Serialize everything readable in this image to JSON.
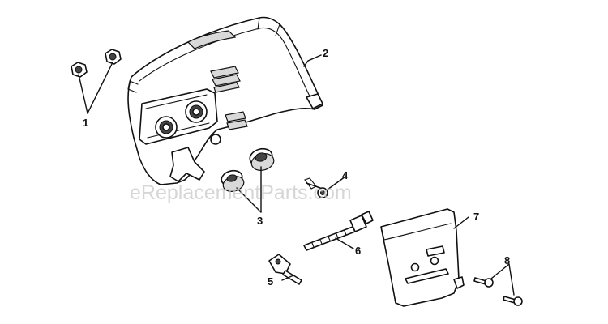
{
  "watermark": "eReplacementParts.com",
  "callouts": [
    {
      "label": "1"
    },
    {
      "label": "2"
    },
    {
      "label": "3"
    },
    {
      "label": "4"
    },
    {
      "label": "5"
    },
    {
      "label": "6"
    },
    {
      "label": "7"
    },
    {
      "label": "8"
    }
  ]
}
